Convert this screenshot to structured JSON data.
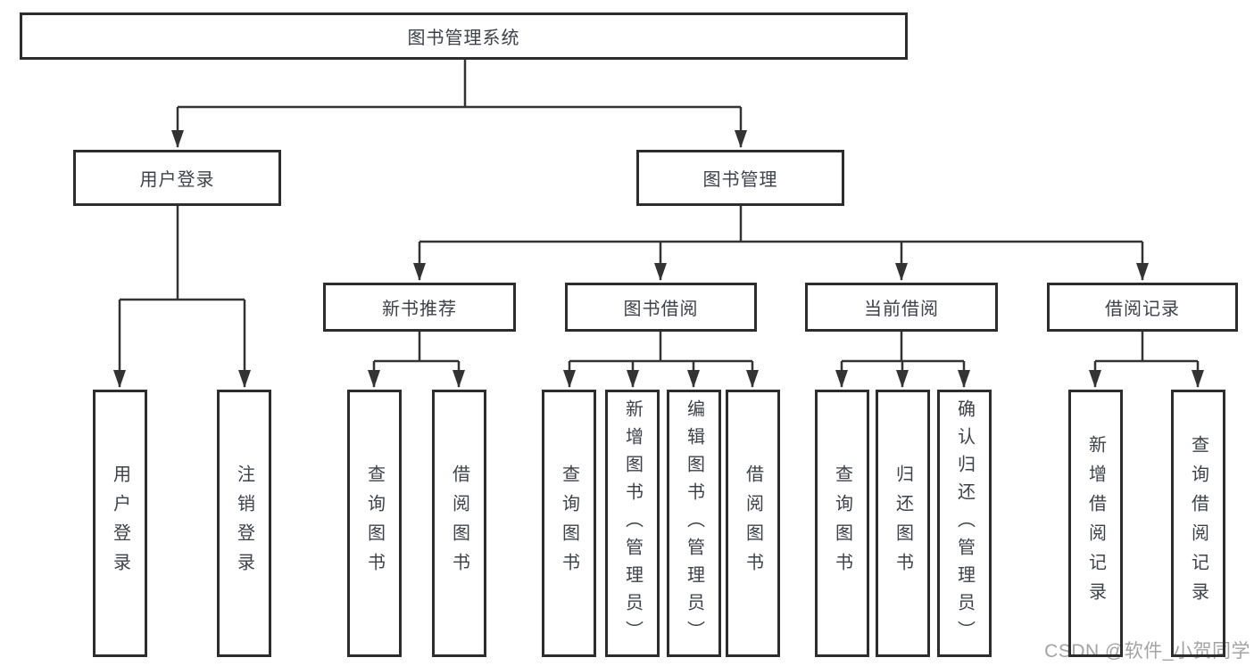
{
  "diagram": {
    "root": {
      "label": "图书管理系统"
    },
    "branches": [
      {
        "label": "用户登录",
        "children": [
          {
            "label": "用户登录"
          },
          {
            "label": "注销登录"
          }
        ]
      },
      {
        "label": "图书管理",
        "children": [
          {
            "label": "新书推荐",
            "children": [
              {
                "label": "查询图书"
              },
              {
                "label": "借阅图书"
              }
            ]
          },
          {
            "label": "图书借阅",
            "children": [
              {
                "label": "查询图书"
              },
              {
                "label": "新增图书（管理员）"
              },
              {
                "label": "编辑图书（管理员）"
              },
              {
                "label": "借阅图书"
              }
            ]
          },
          {
            "label": "当前借阅",
            "children": [
              {
                "label": "查询图书"
              },
              {
                "label": "归还图书"
              },
              {
                "label": "确认归还（管理员）"
              }
            ]
          },
          {
            "label": "借阅记录",
            "children": [
              {
                "label": "新增借阅记录"
              },
              {
                "label": "查询借阅记录"
              }
            ]
          }
        ]
      }
    ],
    "colors": {
      "border": "#2d2d2d",
      "line": "#333333",
      "text": "#3d414a",
      "watermark": "#a3a3a3",
      "background": "#ffffff"
    }
  },
  "watermark": {
    "text": "CSDN @软件_小贺同学"
  }
}
